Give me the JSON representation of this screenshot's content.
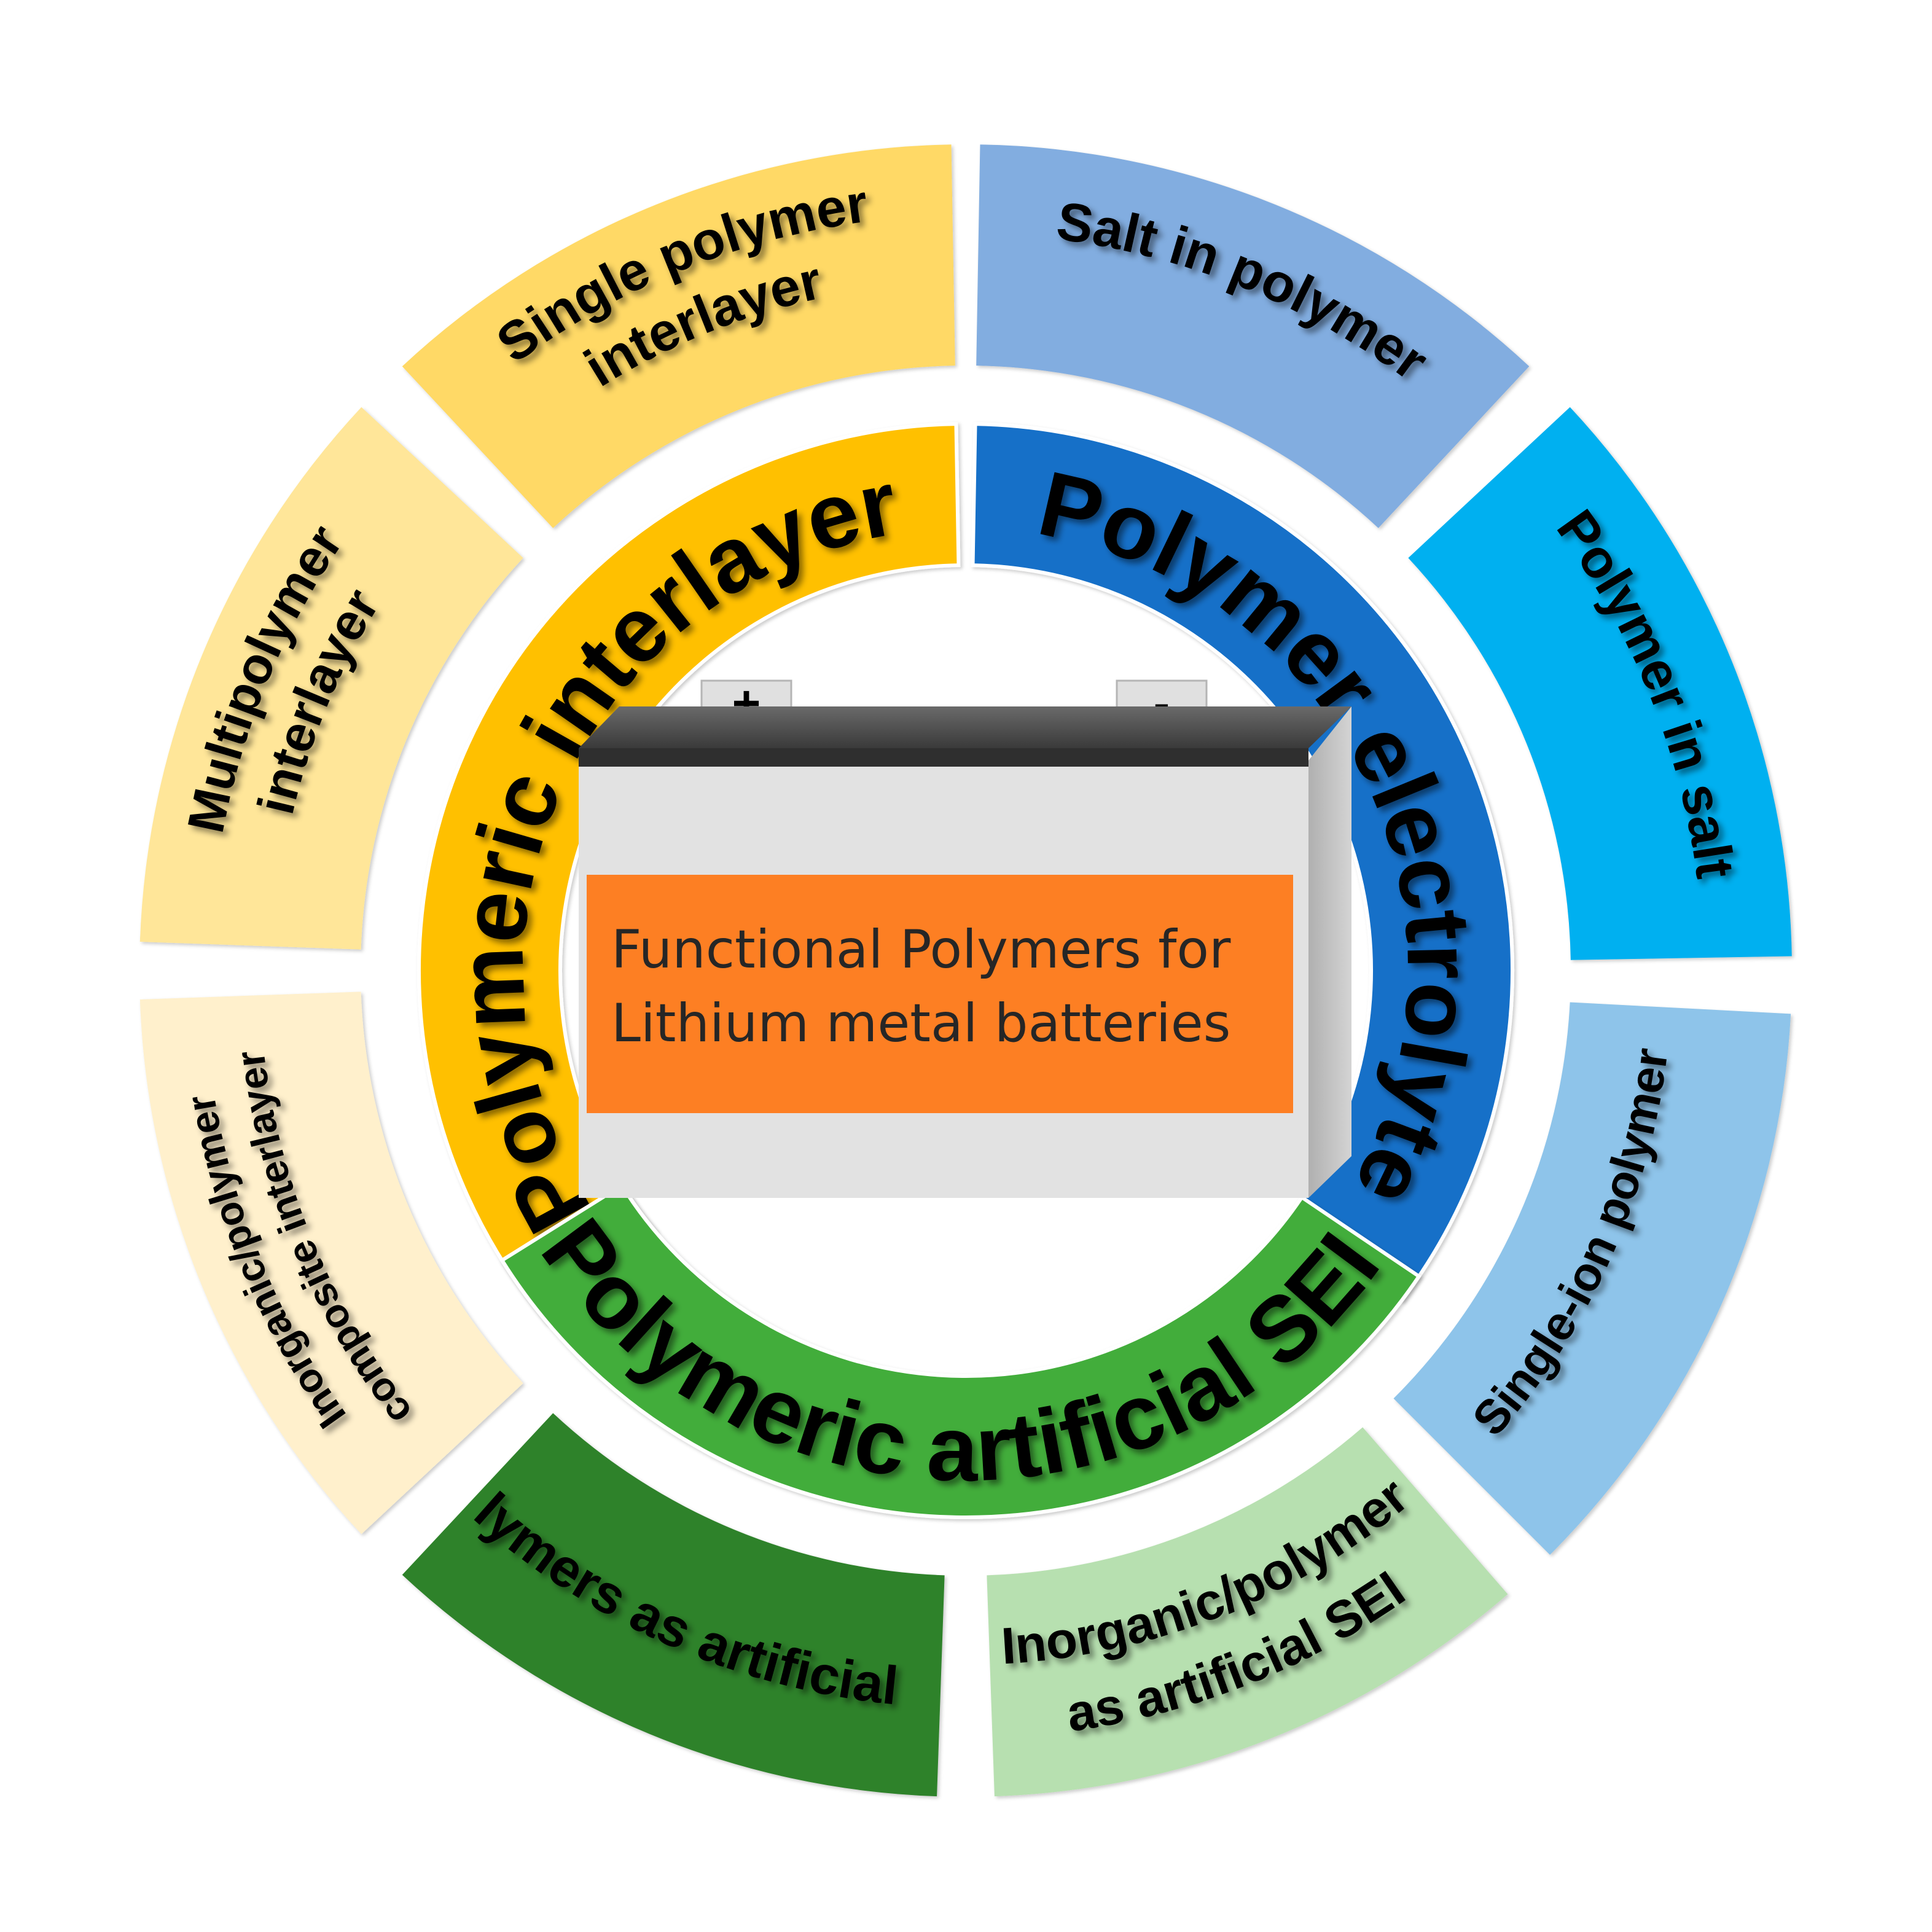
{
  "center": {
    "lines": [
      "Functional Polymers for",
      "Lithium metal batteries"
    ],
    "plus_terminal": "+",
    "minus_terminal": "-",
    "label_color": "#fd7f23"
  },
  "inner_ring": [
    {
      "id": "interlayer",
      "label": "Polymeric interlayer",
      "color": "#ffc000",
      "icon": "none"
    },
    {
      "id": "electrolyte",
      "label": "Polymer electrolyte",
      "color": "#1570c8",
      "icon": "none"
    },
    {
      "id": "sei",
      "label": "Polymeric artificial SEI",
      "color": "#43ad3b",
      "icon": "none"
    }
  ],
  "outer_ring": [
    {
      "id": "single-polymer-interlayer",
      "lines": [
        "Single polymer",
        "interlayer"
      ],
      "color": "#ffd966"
    },
    {
      "id": "salt-in-polymer",
      "lines": [
        "Salt in polymer"
      ],
      "color": "#82ade0"
    },
    {
      "id": "polymer-in-salt",
      "lines": [
        "Polymer in salt"
      ],
      "color": "#00b0f0"
    },
    {
      "id": "single-ion-polymer",
      "lines": [
        "Single-ion polymer"
      ],
      "color": "#8ec4ea"
    },
    {
      "id": "inorganic-polymer-as-artificial-sei",
      "lines": [
        "Inorganic/polymer",
        "as artificial SEI"
      ],
      "color": "#b7e0b0"
    },
    {
      "id": "polymers-as-artificial-sei",
      "lines": [
        "Polymers as artificial SEI"
      ],
      "color": "#2e8229"
    },
    {
      "id": "inorganic-polymer-composite-interlayer",
      "lines": [
        "Inorganic/polymer",
        "composite interlayer"
      ],
      "color": "#fff0cc"
    },
    {
      "id": "multipolymer-interlayer",
      "lines": [
        "Multipolymer",
        "interlayer"
      ],
      "color": "#ffe699"
    }
  ]
}
